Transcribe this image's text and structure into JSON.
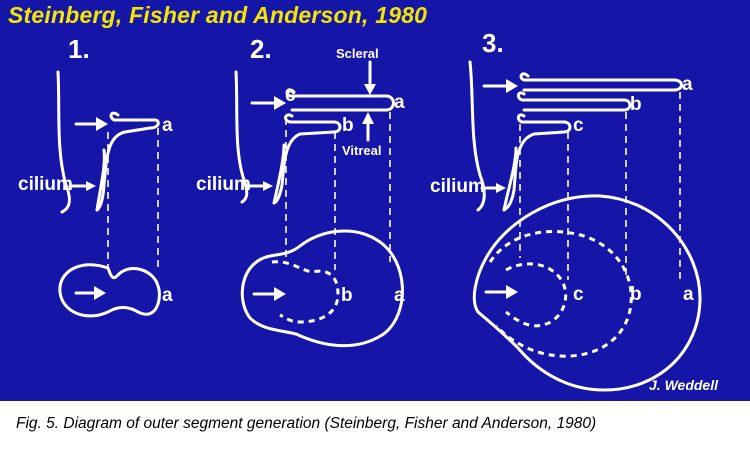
{
  "header": {
    "title": "Steinberg, Fisher and Anderson, 1980"
  },
  "panels": [
    {
      "number": "1.",
      "cilium_label": "cilium",
      "labels": [
        "a",
        "a"
      ]
    },
    {
      "number": "2.",
      "cilium_label": "cilium",
      "labels": [
        "c",
        "a",
        "b",
        "b",
        "a"
      ],
      "scleral_label": "Scleral",
      "vitreal_label": "Vitreal"
    },
    {
      "number": "3.",
      "cilium_label": "cilium",
      "labels": [
        "a",
        "b",
        "c",
        "c",
        "b",
        "a"
      ]
    }
  ],
  "signature": "J. Weddell",
  "caption": "Fig. 5. Diagram of outer segment generation (Steinberg, Fisher and Anderson, 1980)",
  "colors": {
    "background": "#1515a8",
    "title": "#f4e600",
    "lines": "#ffffff"
  }
}
